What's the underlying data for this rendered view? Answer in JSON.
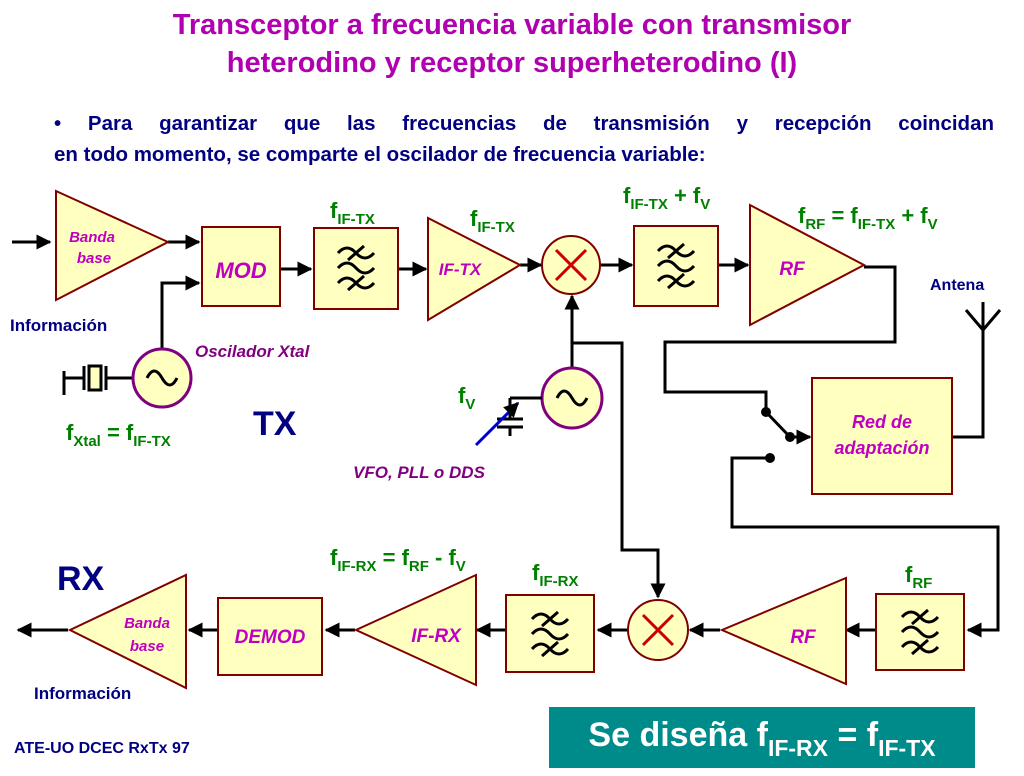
{
  "title": {
    "line1": "Transceptor a frecuencia variable con transmisor",
    "line2": "heterodino y receptor superheterodino (I)"
  },
  "bullet": {
    "line1": "• Para garantizar que las frecuencias de transmisión y recepción coincidan",
    "line2": "en todo momento, se comparte el oscilador de frecuencia variable:"
  },
  "tx": {
    "section_label": "TX",
    "baseband_line1": "Banda",
    "baseband_line2": "base",
    "info_label": "Información",
    "mod_label": "MOD",
    "filter1_f": "f",
    "filter1_sub": "IF-TX",
    "iftx_label": "IF-TX",
    "iftx_f": "f",
    "iftx_sub": "IF-TX",
    "mixout_f": "f",
    "mixout_sub": "IF-TX",
    "mixout_plus": " + f",
    "mixout_sub2": "V",
    "rf_label": "RF",
    "frf_a": "f",
    "frf_sub_a": "RF",
    "frf_b": " = f",
    "frf_sub_b": "IF-TX",
    "frf_c": " + f",
    "frf_sub_c": "V",
    "xtal_osc_label": "Oscilador Xtal",
    "fxtal_a": "f",
    "fxtal_sub_a": "Xtal",
    "fxtal_b": " = f",
    "fxtal_sub_b": "IF-TX",
    "fv_a": "f",
    "fv_sub": "V",
    "vfo_label": "VFO, PLL o DDS"
  },
  "antenna_label": "Antena",
  "matching": {
    "line1": "Red de",
    "line2": "adaptación"
  },
  "rx": {
    "section_label": "RX",
    "frf_a": "f",
    "frf_sub": "RF",
    "rf_label": "RF",
    "fifrx_a": "f",
    "fifrx_sub": "IF-RX",
    "eq_a": "f",
    "eq_sub_a": "IF-RX",
    "eq_b": " = f",
    "eq_sub_b": "RF",
    "eq_c": " - f",
    "eq_sub_c": "V",
    "ifrx_label": "IF-RX",
    "demod_label": "DEMOD",
    "baseband_line1": "Banda",
    "baseband_line2": "base",
    "info_label": "Información"
  },
  "bottom_box": {
    "text_a": "Se diseña f",
    "sub_a": "IF-RX",
    "text_b": " = f",
    "sub_b": "IF-TX"
  },
  "footer": "ATE-UO DCEC RxTx 97",
  "colors": {
    "title": "#b000b0",
    "text_blue": "#000080",
    "freq_green": "#008000",
    "block_fill": "#ffffc0",
    "block_stroke": "#800000",
    "block_label": "#c000c0",
    "osc_stroke": "#800080",
    "varcap_arrow": "#0000cc",
    "bottom_box": "#008b8b"
  }
}
